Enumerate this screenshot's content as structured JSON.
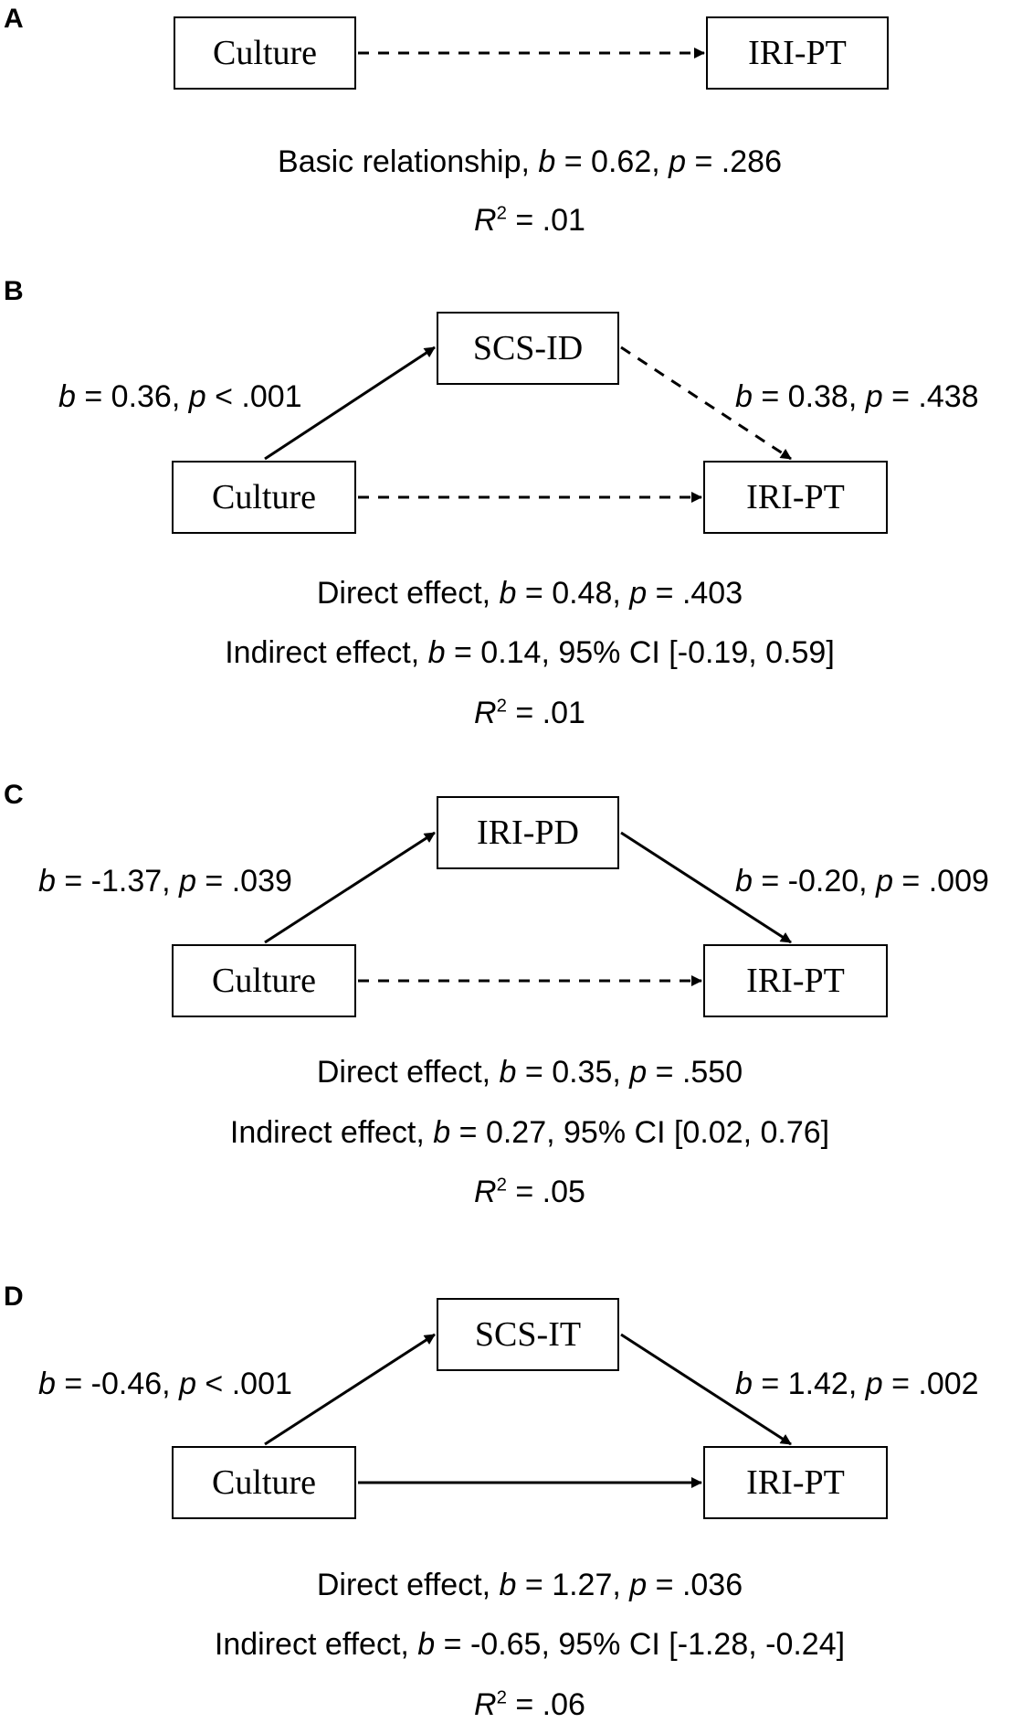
{
  "panels": [
    {
      "label": "A",
      "x_node": "Culture",
      "y_node": "IRI-PT",
      "direct_path": "dashed",
      "lines": [
        {
          "pre": "Basic relationship, ",
          "b": "b",
          "mid": " = 0.62, ",
          "p": "p",
          "post": " = .286"
        }
      ],
      "r2": {
        "r": "R",
        "sup": "2",
        "val": " = .01"
      }
    },
    {
      "label": "B",
      "x_node": "Culture",
      "m_node": "SCS-ID",
      "y_node": "IRI-PT",
      "a_path": {
        "b": "b",
        "text1": " = 0.36, ",
        "p": "p",
        "text2": " < .001",
        "style": "solid"
      },
      "b_path": {
        "b": "b",
        "text1": " = 0.38, ",
        "p": "p",
        "text2": " = .438",
        "style": "dashed"
      },
      "direct_path": "dashed",
      "lines": [
        {
          "pre": "Direct effect, ",
          "b": "b",
          "mid": " = 0.48, ",
          "p": "p",
          "post": " = .403"
        },
        {
          "pre": "Indirect effect, ",
          "b": "b",
          "mid": " = 0.14, 95% CI [-0.19, 0.59]",
          "p": "",
          "post": ""
        }
      ],
      "r2": {
        "r": "R",
        "sup": "2",
        "val": " = .01"
      }
    },
    {
      "label": "C",
      "x_node": "Culture",
      "m_node": "IRI-PD",
      "y_node": "IRI-PT",
      "a_path": {
        "b": "b",
        "text1": " = -1.37, ",
        "p": "p",
        "text2": " = .039",
        "style": "solid"
      },
      "b_path": {
        "b": "b",
        "text1": " = -0.20, ",
        "p": "p",
        "text2": " = .009",
        "style": "solid"
      },
      "direct_path": "dashed",
      "lines": [
        {
          "pre": "Direct effect, ",
          "b": "b",
          "mid": " = 0.35, ",
          "p": "p",
          "post": " = .550"
        },
        {
          "pre": "Indirect effect, ",
          "b": "b",
          "mid": " = 0.27, 95% CI [0.02, 0.76]",
          "p": "",
          "post": ""
        }
      ],
      "r2": {
        "r": "R",
        "sup": "2",
        "val": " = .05"
      }
    },
    {
      "label": "D",
      "x_node": "Culture",
      "m_node": "SCS-IT",
      "y_node": "IRI-PT",
      "a_path": {
        "b": "b",
        "text1": " = -0.46, ",
        "p": "p",
        "text2": " < .001",
        "style": "solid"
      },
      "b_path": {
        "b": "b",
        "text1": " = 1.42, ",
        "p": "p",
        "text2": " = .002",
        "style": "solid"
      },
      "direct_path": "solid",
      "lines": [
        {
          "pre": "Direct effect, ",
          "b": "b",
          "mid": " = 1.27, ",
          "p": "p",
          "post": " = .036"
        },
        {
          "pre": "Indirect effect, ",
          "b": "b",
          "mid": " = -0.65, 95% CI [-1.28, -0.24]",
          "p": "",
          "post": ""
        }
      ],
      "r2": {
        "r": "R",
        "sup": "2",
        "val": " = .06"
      }
    }
  ]
}
